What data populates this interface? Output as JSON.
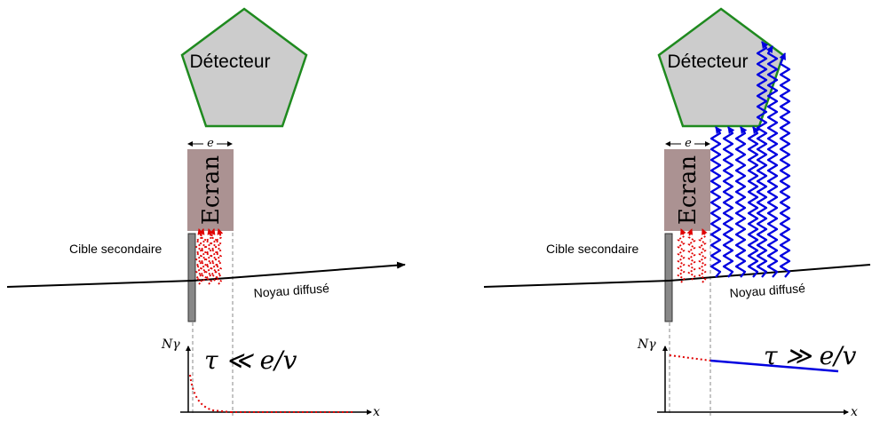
{
  "colors": {
    "pentagon_fill": "#cccccc",
    "pentagon_stroke": "#1f8a1f",
    "screen_fill": "#ab9292",
    "target_fill": "#888888",
    "gamma_red": "#e00000",
    "gamma_blue": "#0000e0",
    "axis": "#000000"
  },
  "panels": [
    {
      "detector_label": "Détecteur",
      "screen_label": "Ecran",
      "thickness_label": "e",
      "target_label": "Cible secondaire",
      "nucleus_label": "Noyau diffusé",
      "graph": {
        "y_label": "Nγ",
        "x_label": "x",
        "relation": "τ ≪ e/v"
      }
    },
    {
      "detector_label": "Détecteur",
      "screen_label": "Ecran",
      "thickness_label": "e",
      "target_label": "Cible secondaire",
      "nucleus_label": "Noyau diffusé",
      "graph": {
        "y_label": "Nγ",
        "x_label": "x",
        "relation": "τ ≫ e/v"
      }
    }
  ]
}
